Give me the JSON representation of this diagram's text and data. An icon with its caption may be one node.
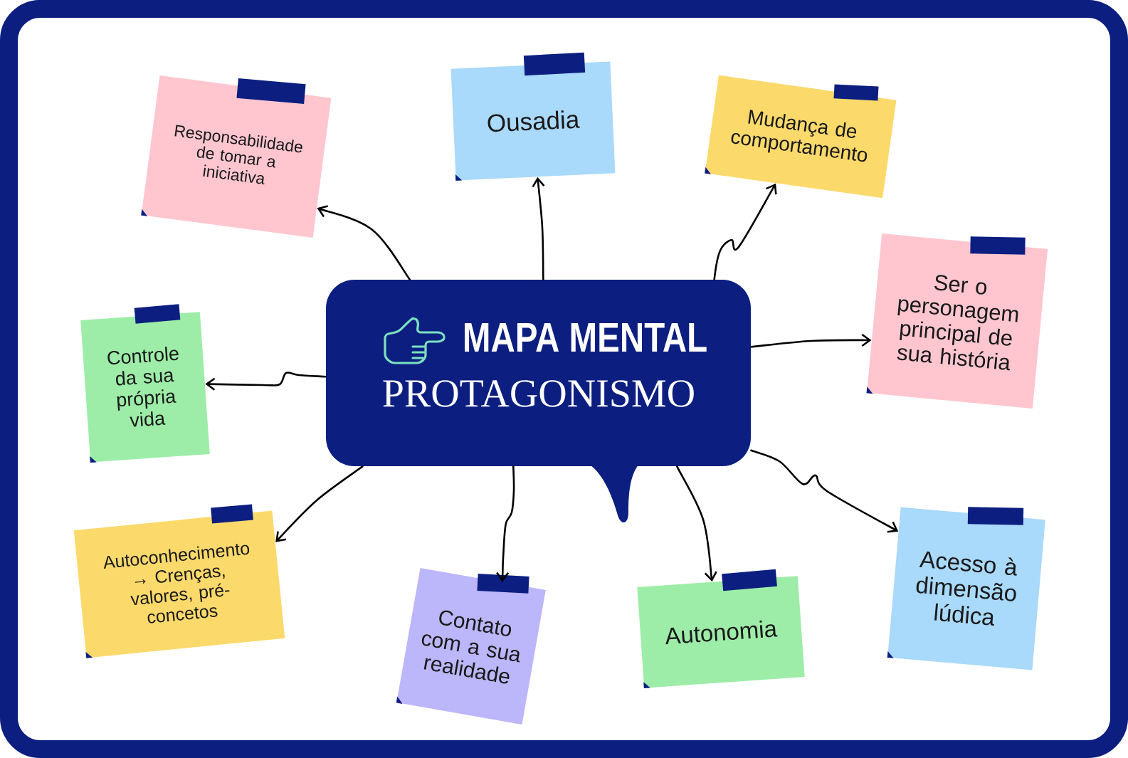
{
  "diagram": {
    "nodes": [
      {
        "text": [
          "MAPA MENTAL",
          "PROTAGONISMO"
        ]
      },
      {
        "text": [
          "Responsabilidade de tomar a iniciativa"
        ]
      },
      {
        "text": [
          "Ousadia"
        ]
      },
      {
        "text": [
          "Mudança de comportamento"
        ]
      },
      {
        "text": [
          "Ser o personagem principal de sua história"
        ]
      },
      {
        "text": [
          "Controle da sua própria vida"
        ]
      },
      {
        "text": [
          "Autoconhecimento → Crenças, valores, pré-concetos"
        ]
      },
      {
        "text": [
          "Contato com a sua realidade"
        ]
      },
      {
        "text": [
          "Autonomia"
        ]
      },
      {
        "text": [
          "Acesso à dimensão lúdica"
        ]
      }
    ],
    "edges": [
      {
        "from": 0,
        "to": 1,
        "arrow": "to"
      },
      {
        "from": 0,
        "to": 2,
        "arrow": "to"
      },
      {
        "from": 0,
        "to": 3,
        "arrow": "to"
      },
      {
        "from": 0,
        "to": 4,
        "arrow": "to"
      },
      {
        "from": 0,
        "to": 5,
        "arrow": "to"
      },
      {
        "from": 0,
        "to": 6,
        "arrow": "to"
      },
      {
        "from": 0,
        "to": 7,
        "arrow": "to"
      },
      {
        "from": 0,
        "to": 8,
        "arrow": "to"
      },
      {
        "from": 0,
        "to": 9,
        "arrow": "to"
      }
    ]
  }
}
